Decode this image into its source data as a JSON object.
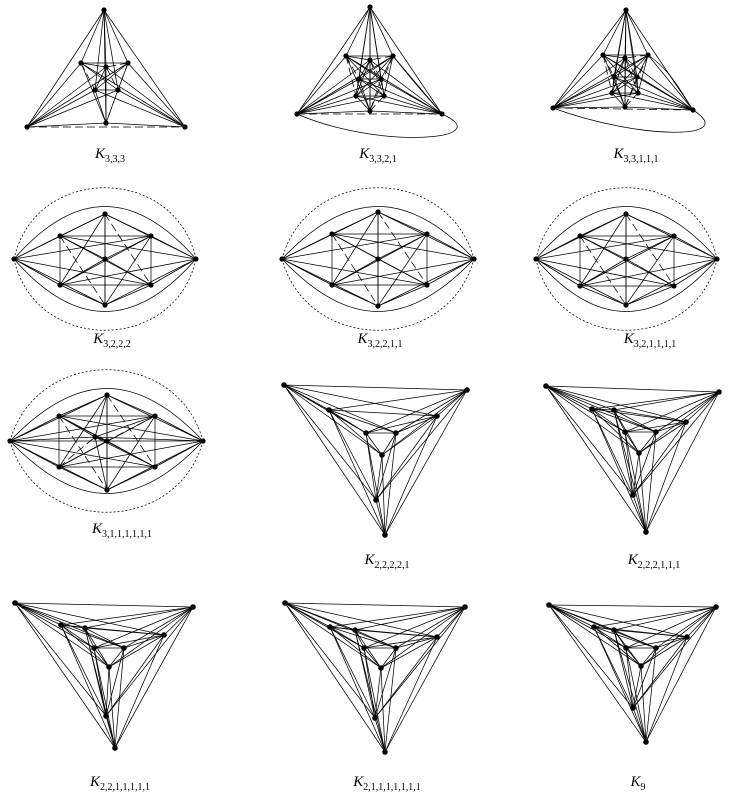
{
  "figure": {
    "captions": [
      {
        "main": "K",
        "sub": "3,3,3"
      },
      {
        "main": "K",
        "sub": "3,3,2,1"
      },
      {
        "main": "K",
        "sub": "3,3,1,1,1"
      },
      {
        "main": "K",
        "sub": "3,2,2,2"
      },
      {
        "main": "K",
        "sub": "3,2,2,1,1"
      },
      {
        "main": "K",
        "sub": "3,2,1,1,1,1"
      },
      {
        "main": "K",
        "sub": "3,1,1,1,1,1,1"
      },
      {
        "main": "K",
        "sub": "2,2,2,2,1"
      },
      {
        "main": "K",
        "sub": "2,2,2,1,1,1"
      },
      {
        "main": "K",
        "sub": "2,2,1,1,1,1,1"
      },
      {
        "main": "K",
        "sub": "2,1,1,1,1,1,1,1"
      },
      {
        "main": "K",
        "sub": "9"
      }
    ]
  }
}
